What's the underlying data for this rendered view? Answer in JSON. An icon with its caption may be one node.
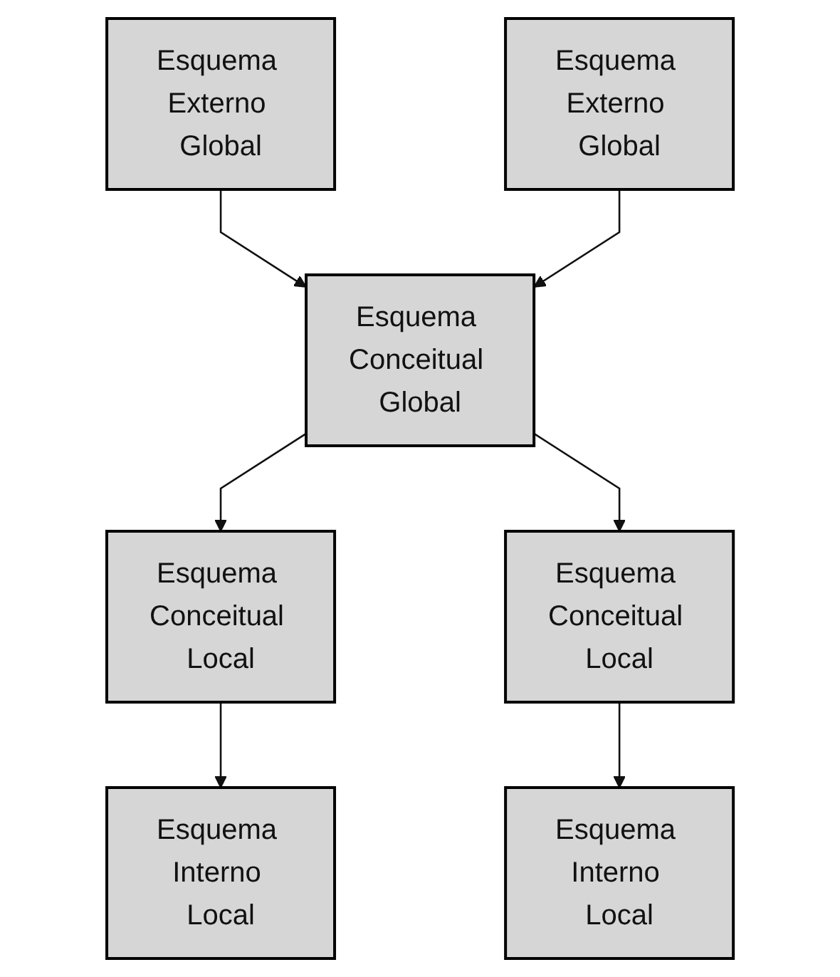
{
  "diagram": {
    "nodes": [
      {
        "text": [
          "Esquema Externo Global"
        ]
      },
      {
        "text": [
          "Esquema Externo Global"
        ]
      },
      {
        "text": [
          "Esquema Conceitual Global"
        ]
      },
      {
        "text": [
          "Esquema Conceitual Local"
        ]
      },
      {
        "text": [
          "Esquema Conceitual Local"
        ]
      },
      {
        "text": [
          "Esquema Interno Local"
        ]
      },
      {
        "text": [
          "Esquema Interno Local"
        ]
      }
    ],
    "edges": [
      {
        "from": 0,
        "to": 2,
        "arrow": "to"
      },
      {
        "from": 1,
        "to": 2,
        "arrow": "to"
      },
      {
        "from": 2,
        "to": 3,
        "arrow": "to"
      },
      {
        "from": 2,
        "to": 4,
        "arrow": "to"
      },
      {
        "from": 3,
        "to": 5,
        "arrow": "to"
      },
      {
        "from": 4,
        "to": 6,
        "arrow": "to"
      }
    ]
  }
}
